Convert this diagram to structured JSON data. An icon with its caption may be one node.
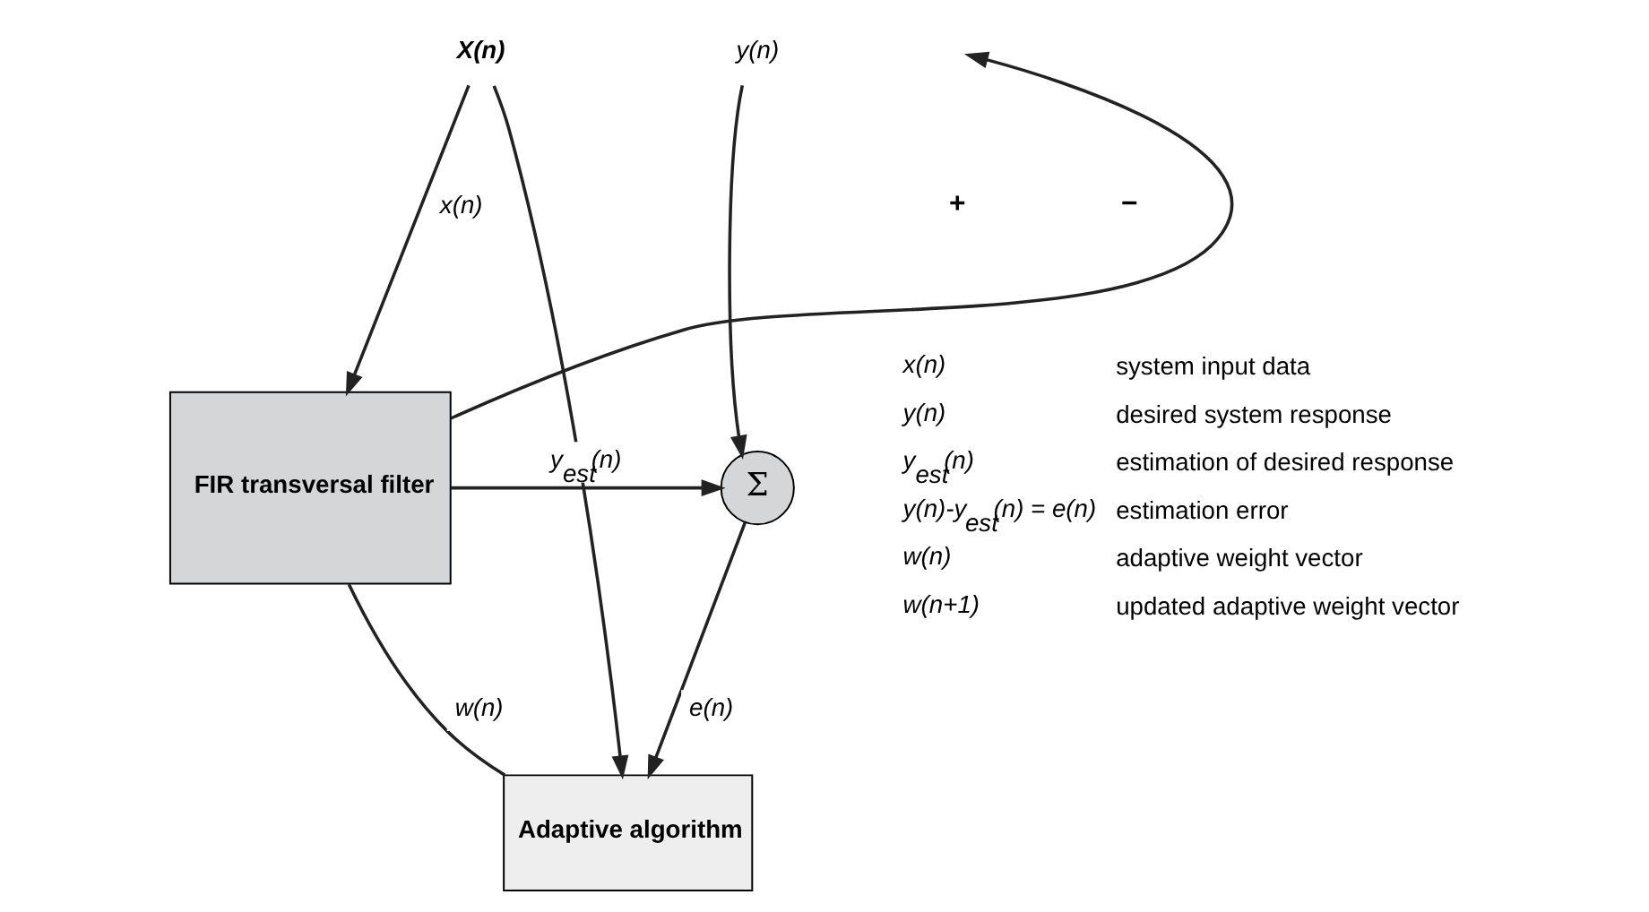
{
  "diagram": {
    "nodes": [
      {
        "text": [
          "X(n)"
        ]
      },
      {
        "text": [
          "y(n)"
        ]
      },
      {
        "text": [
          "FIR transversal filter"
        ]
      },
      {
        "text": [
          "Adaptive algorithm"
        ]
      },
      {
        "text": [
          "Σ"
        ]
      }
    ],
    "edges": [
      {
        "from": 0,
        "to": 2,
        "arrow": "to",
        "label": "x(n)"
      },
      {
        "from": 0,
        "to": 3,
        "arrow": "to"
      },
      {
        "from": 3,
        "to": 2,
        "arrow": "none",
        "label": "w(n)"
      },
      {
        "from": 2,
        "to": null,
        "arrow": "to"
      },
      {
        "from": 2,
        "to": 4,
        "arrow": "to",
        "label": "y$_{est}$(n)"
      },
      {
        "from": 1,
        "to": 4,
        "arrow": "to"
      },
      {
        "from": 4,
        "to": 3,
        "arrow": "to",
        "label": "e(n)"
      }
    ],
    "labels": [
      "x(n)",
      "system input data",
      "y(n)",
      "desired system response",
      "y$_{est}$(n)",
      "estimation of desired response",
      "y(n)-y$_{est}$(n) = e(n)",
      "estimation error",
      "w(n)",
      "adaptive weight vector",
      "w(n+1)",
      "updated adaptive weight vector",
      "+",
      "−"
    ]
  }
}
